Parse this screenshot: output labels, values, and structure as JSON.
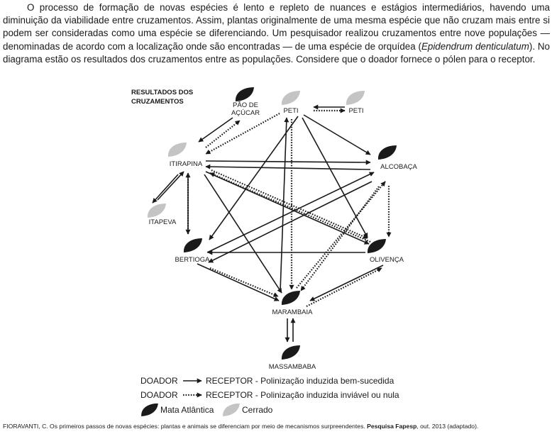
{
  "intro": {
    "t1": "O processo de formação de novas espécies é lento e repleto de nuances e estágios intermediários, havendo uma diminuição da viabilidade entre cruzamentos. Assim, plantas originalmente de uma mesma espécie que não cruzam mais entre si podem ser consideradas como uma espécie se diferenciando. Um pesquisador realizou cruzamentos entre nove populações — denominadas de acordo com a localização onde são encontradas — de uma espécie de orquídea (",
    "species": "Epidendrum denticulatum",
    "t2": "). No diagrama estão os resultados dos cruzamentos entre as populações. Considere que o doador fornece o pólen para o receptor."
  },
  "diagram": {
    "title_line1": "RESULTADOS DOS",
    "title_line2": "CRUZAMENTOS",
    "populations": {
      "pao_de_acucar": {
        "line1": "PÃO DE",
        "line2": "AÇÚCAR",
        "biome": "mata"
      },
      "peti_a": {
        "label": "PETI",
        "biome": "cerrado"
      },
      "peti_b": {
        "label": "PETI",
        "biome": "cerrado"
      },
      "itirapina": {
        "label": "ITIRAPINA",
        "biome": "cerrado"
      },
      "alcobaca": {
        "label": "ALCOBAÇA",
        "biome": "mata"
      },
      "itapeva": {
        "label": "ITAPEVA",
        "biome": "cerrado"
      },
      "bertioga": {
        "label": "BERTIOGA",
        "biome": "mata"
      },
      "olivenca": {
        "label": "OLIVENÇA",
        "biome": "mata"
      },
      "marambaia": {
        "label": "MARAMBAIA",
        "biome": "mata"
      },
      "massambaba": {
        "label": "MASSAMBABA",
        "biome": "mata"
      }
    },
    "colors": {
      "mata": "#1a1a1a",
      "cerrado": "#c4c4c4"
    }
  },
  "legend": {
    "donor": "DOADOR",
    "success": "RECEPTOR - Polinização induzida bem-sucedida",
    "failure": "RECEPTOR - Polinização induzida inviável ou nula",
    "mata": "Mata Atlântica",
    "cerrado": "Cerrado"
  },
  "source": {
    "text": "FIORAVANTI, C. Os primeiros passos de novas espécies: plantas e animais se diferenciam por meio de mecanismos surpreendentes. ",
    "journal": "Pesquisa Fapesp",
    "tail": ", out. 2013 (adaptado)."
  }
}
